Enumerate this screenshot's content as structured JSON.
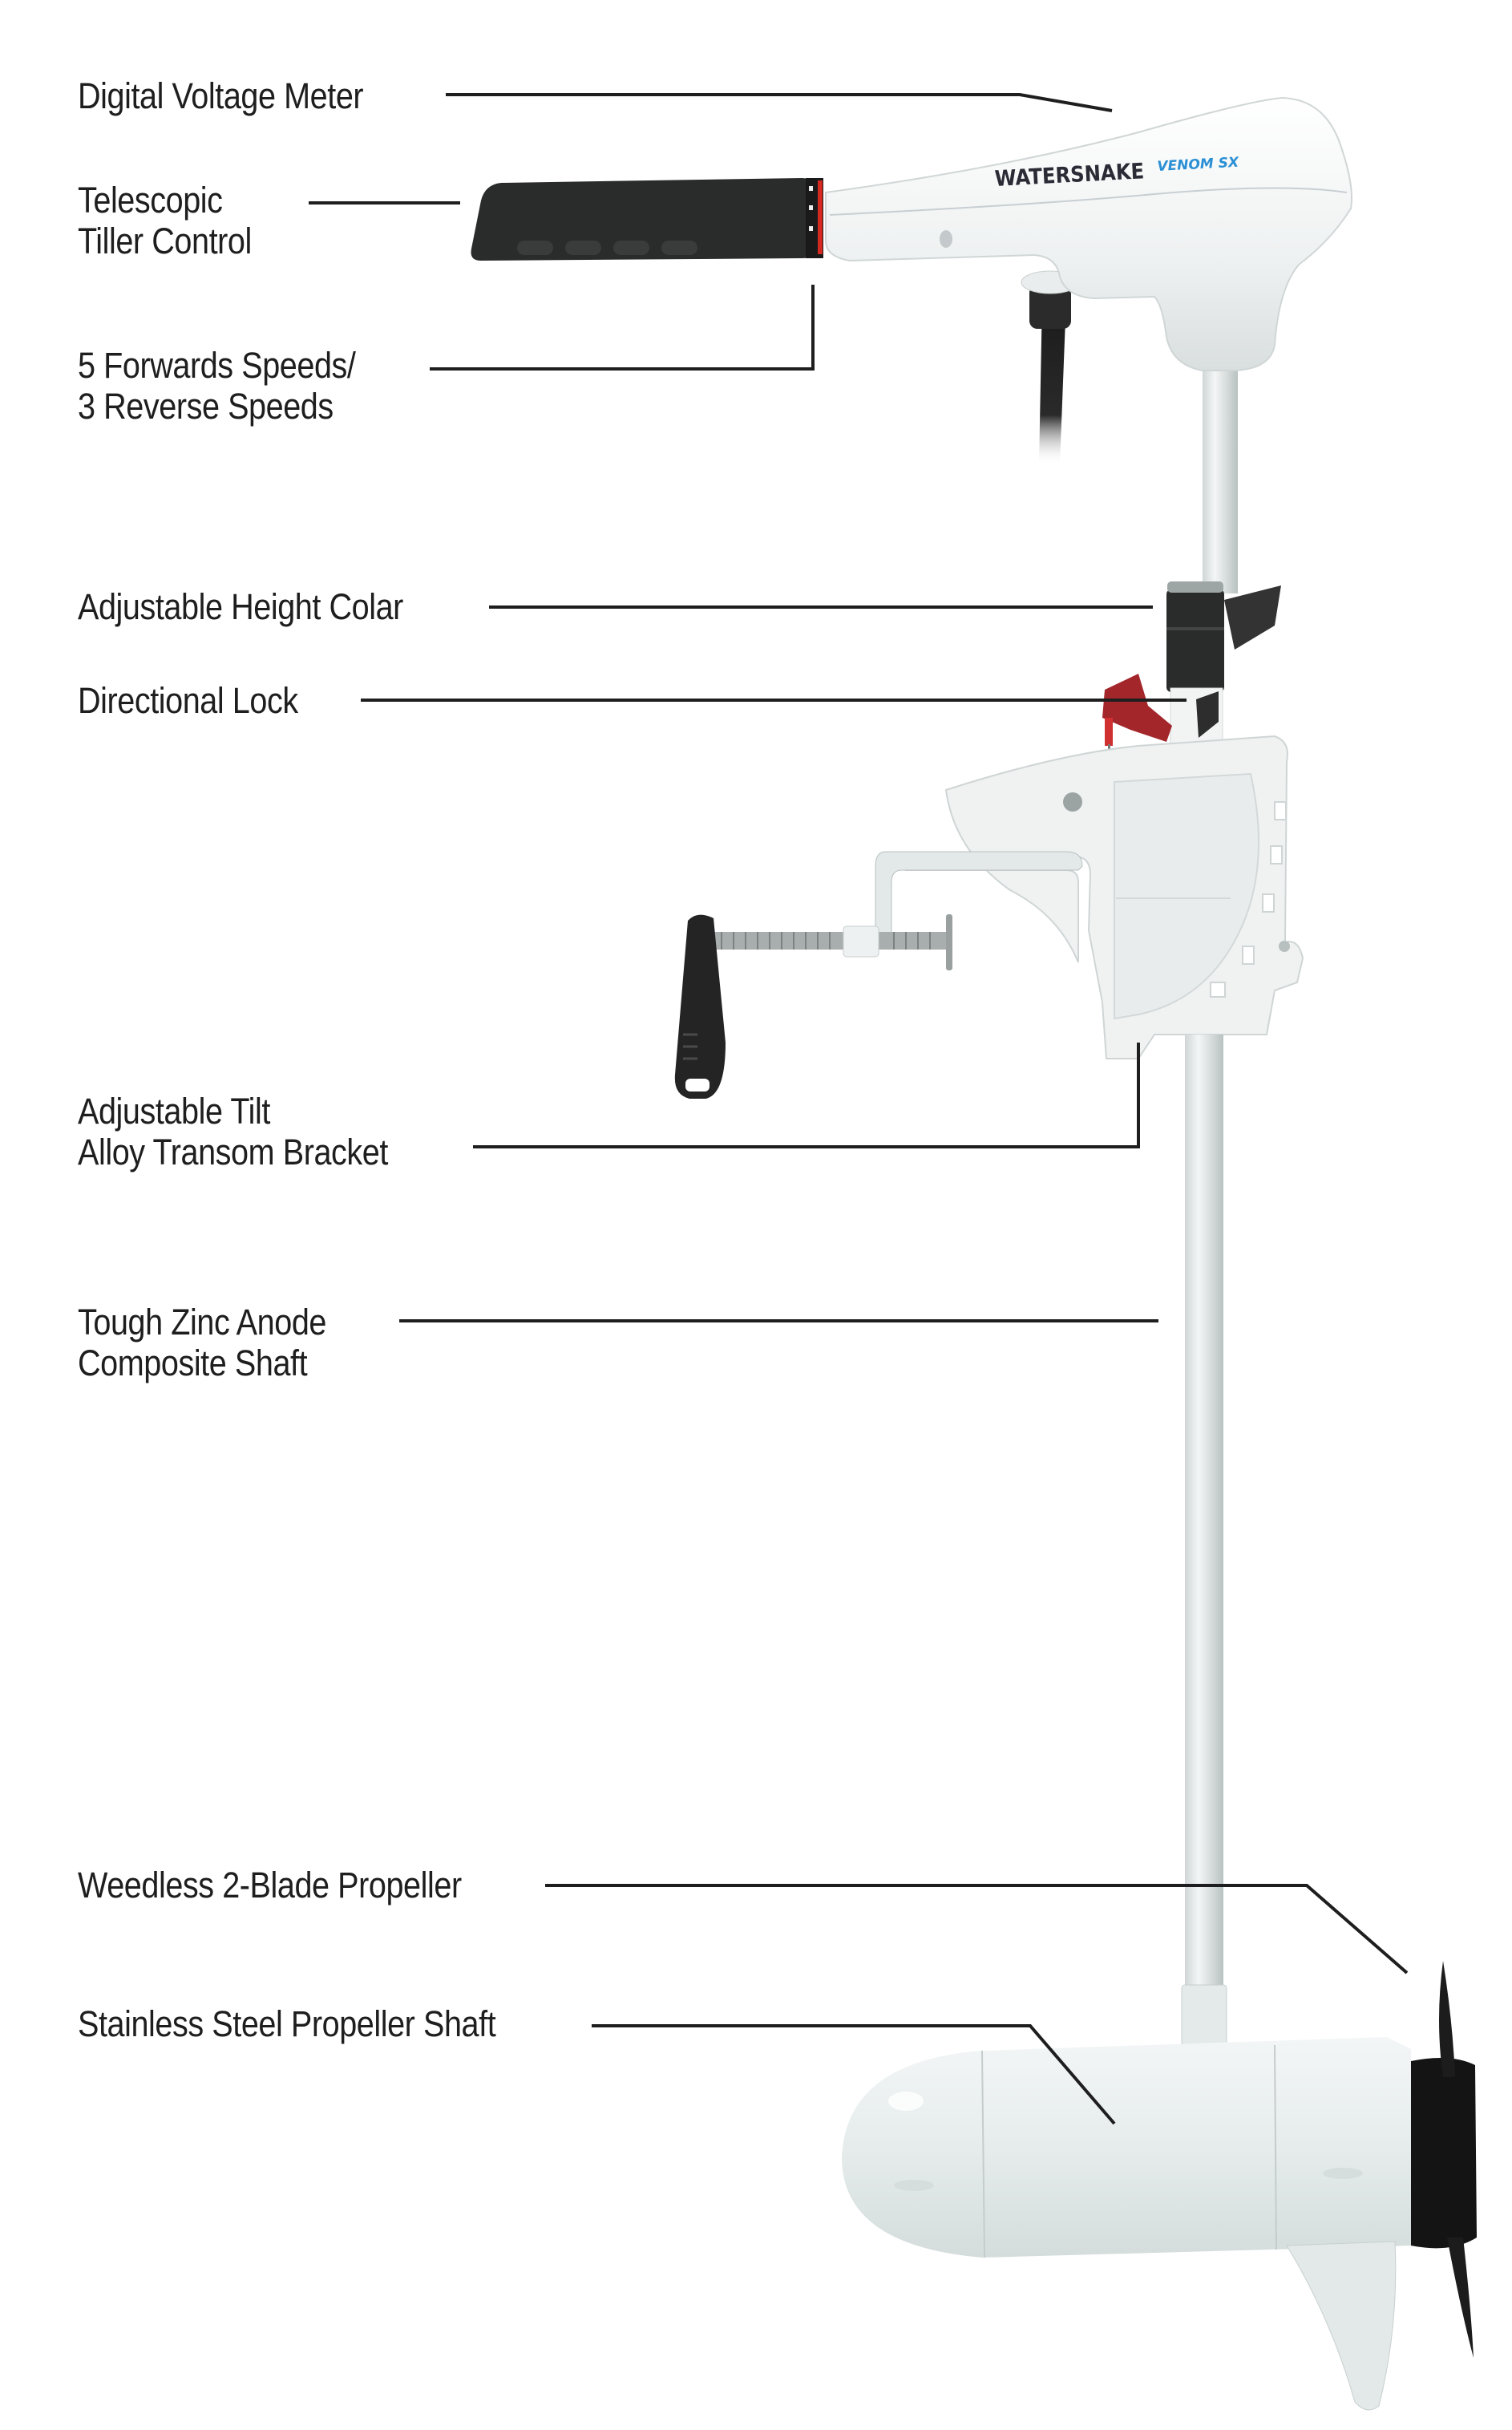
{
  "product": {
    "brand": "WATERSNAKE",
    "model": "VENOM SX",
    "colors": {
      "body": "#eef1f1",
      "grip": "#2a2a2a",
      "accent": "#2a8fd4",
      "leader": "#1e1e1e",
      "lock": "#a3262b"
    }
  },
  "callouts": [
    {
      "id": "voltage",
      "lines": [
        "Digital Voltage Meter"
      ]
    },
    {
      "id": "tiller",
      "lines": [
        "Telescopic",
        "Tiller Control"
      ]
    },
    {
      "id": "speeds",
      "lines": [
        "5 Forwards Speeds/",
        "3 Reverse Speeds"
      ]
    },
    {
      "id": "collar",
      "lines": [
        "Adjustable Height Colar"
      ]
    },
    {
      "id": "lock",
      "lines": [
        "Directional Lock"
      ]
    },
    {
      "id": "bracket",
      "lines": [
        "Adjustable Tilt",
        "Alloy Transom Bracket"
      ]
    },
    {
      "id": "shaft",
      "lines": [
        "Tough Zinc Anode",
        "Composite Shaft"
      ]
    },
    {
      "id": "propeller",
      "lines": [
        "Weedless 2-Blade Propeller"
      ]
    },
    {
      "id": "prop-shaft",
      "lines": [
        "Stainless Steel Propeller Shaft"
      ]
    }
  ]
}
